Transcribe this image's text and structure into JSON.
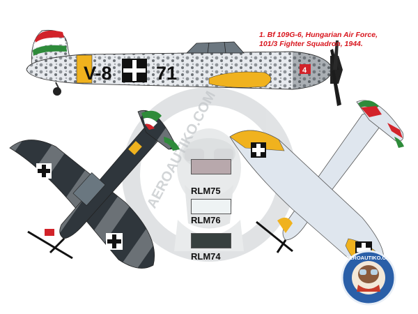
{
  "caption": {
    "line1": "1. Bf 109G-6, Hungarian Air Force,",
    "line2": "101/3 Fighter Squadron, 1944."
  },
  "aircraft": {
    "fuselage_code_left": "V-8",
    "fuselage_code_right": "71",
    "nose_number": "4"
  },
  "swatches": [
    {
      "label": "RLM75",
      "color": "#b8a8ac"
    },
    {
      "label": "RLM76",
      "color": "#eef3f4"
    },
    {
      "label": "RLM74",
      "color": "#37403f"
    }
  ],
  "watermark": {
    "text": "AEROAUTIKO.COM",
    "badge_text": "AEROAUTIKO.COM"
  },
  "colors": {
    "caption_red": "#d8141c",
    "hungarian_red": "#d2232a",
    "hungarian_green": "#2e8b3a",
    "yellow_band": "#f0b21e",
    "dark_grey": "#3a4147",
    "light_blue_grey": "#dfe6ee"
  }
}
